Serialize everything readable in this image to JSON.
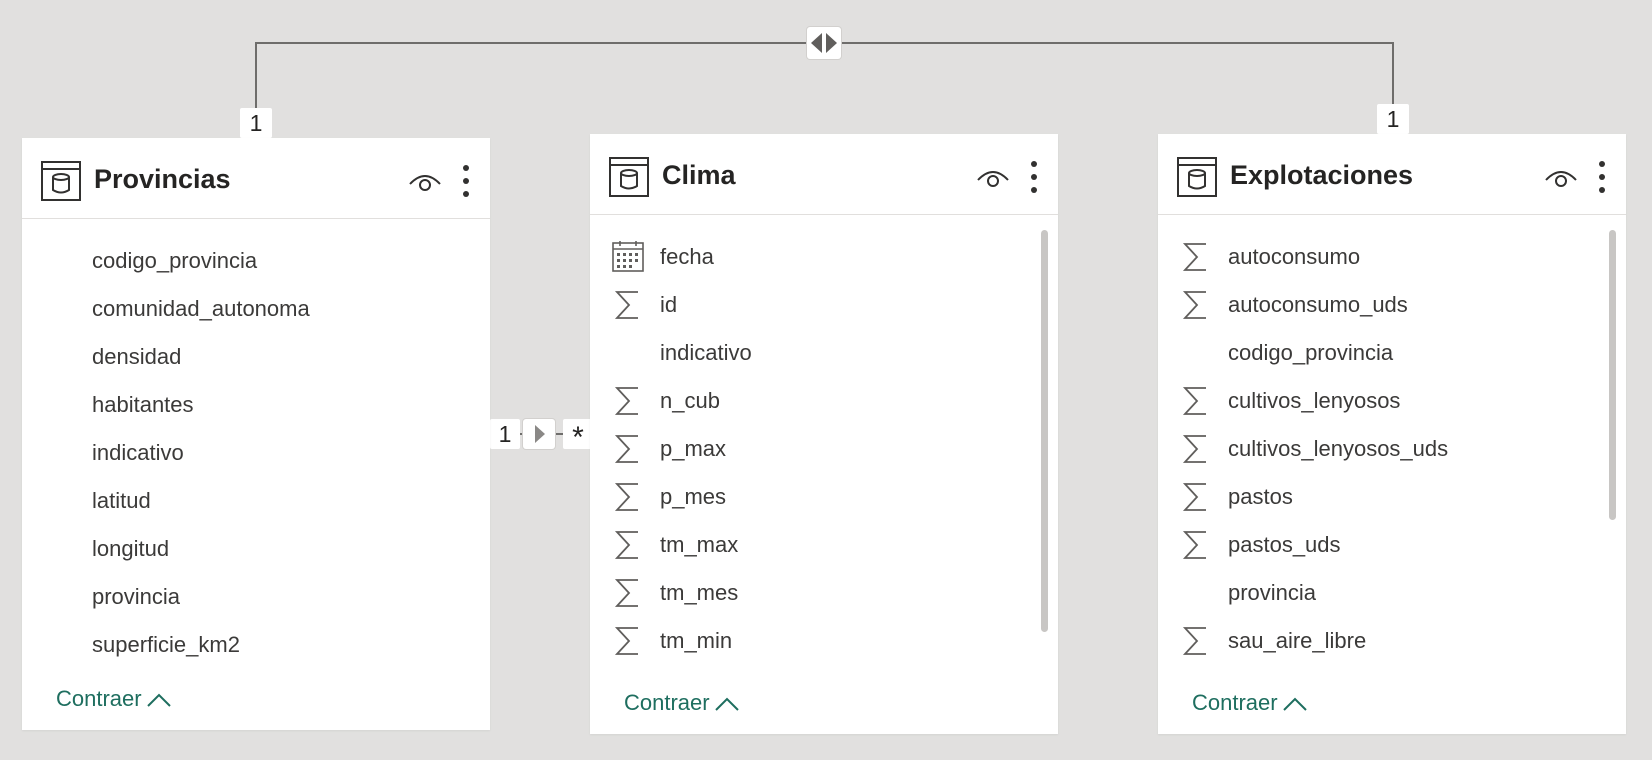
{
  "tables": [
    {
      "name": "Provincias",
      "fields": [
        {
          "label": "codigo_provincia",
          "icon": "none"
        },
        {
          "label": "comunidad_autonoma",
          "icon": "none"
        },
        {
          "label": "densidad",
          "icon": "none"
        },
        {
          "label": "habitantes",
          "icon": "none"
        },
        {
          "label": "indicativo",
          "icon": "none"
        },
        {
          "label": "latitud",
          "icon": "none"
        },
        {
          "label": "longitud",
          "icon": "none"
        },
        {
          "label": "provincia",
          "icon": "none"
        },
        {
          "label": "superficie_km2",
          "icon": "none"
        }
      ],
      "collapse_label": "Contraer"
    },
    {
      "name": "Clima",
      "fields": [
        {
          "label": "fecha",
          "icon": "calendar-icon"
        },
        {
          "label": "id",
          "icon": "sigma-icon"
        },
        {
          "label": "indicativo",
          "icon": "none"
        },
        {
          "label": "n_cub",
          "icon": "sigma-icon"
        },
        {
          "label": "p_max",
          "icon": "sigma-icon"
        },
        {
          "label": "p_mes",
          "icon": "sigma-icon"
        },
        {
          "label": "tm_max",
          "icon": "sigma-icon"
        },
        {
          "label": "tm_mes",
          "icon": "sigma-icon"
        },
        {
          "label": "tm_min",
          "icon": "sigma-icon"
        }
      ],
      "collapse_label": "Contraer"
    },
    {
      "name": "Explotaciones",
      "fields": [
        {
          "label": "autoconsumo",
          "icon": "sigma-icon"
        },
        {
          "label": "autoconsumo_uds",
          "icon": "sigma-icon"
        },
        {
          "label": "codigo_provincia",
          "icon": "none"
        },
        {
          "label": "cultivos_lenyosos",
          "icon": "sigma-icon"
        },
        {
          "label": "cultivos_lenyosos_uds",
          "icon": "sigma-icon"
        },
        {
          "label": "pastos",
          "icon": "sigma-icon"
        },
        {
          "label": "pastos_uds",
          "icon": "sigma-icon"
        },
        {
          "label": "provincia",
          "icon": "none"
        },
        {
          "label": "sau_aire_libre",
          "icon": "sigma-icon"
        }
      ],
      "collapse_label": "Contraer"
    }
  ],
  "relationships": {
    "top": {
      "from_cardinality": "1",
      "to_cardinality": "1",
      "filter": "both-directions"
    },
    "middle": {
      "from_cardinality": "1",
      "to_cardinality": "*",
      "filter": "single-direction"
    }
  },
  "colors": {
    "canvas": "#e1e0df",
    "accent_link": "#1e6e5f",
    "text": "#3b3a39"
  }
}
